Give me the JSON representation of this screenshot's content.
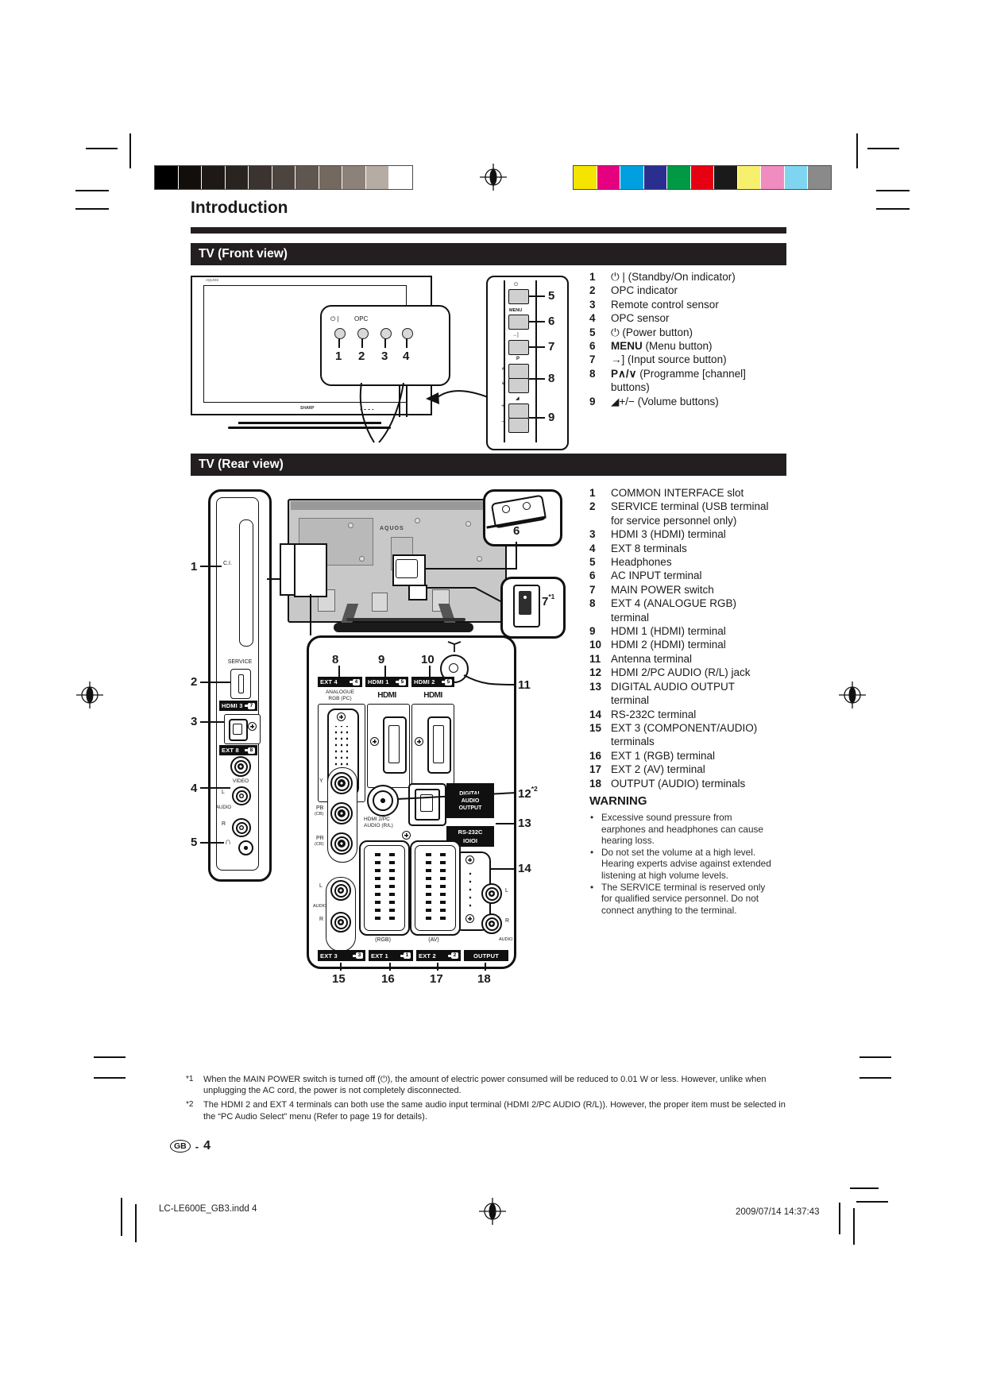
{
  "nums": {
    "1": "1",
    "2": "2",
    "3": "3",
    "4": "4",
    "5": "5",
    "6": "6",
    "7": "7",
    "8": "8",
    "9": "9",
    "10": "10",
    "11": "11",
    "12": "12",
    "13": "13",
    "14": "14",
    "15": "15",
    "16": "16",
    "17": "17",
    "18": "18"
  },
  "page": {
    "heading": "Introduction",
    "bullet": "•",
    "footer_left": "LC-LE600E_GB3.indd   4",
    "footer_right": "2009/07/14   14:37:43",
    "badge_gb": "GB",
    "badge_dash": "-",
    "badge_num": "4"
  },
  "front": {
    "header": "TV (Front view)",
    "items": [
      {
        "num": "1",
        "rest": "⏻ | (Standby/On indicator)"
      },
      {
        "num": "2",
        "rest": "OPC indicator"
      },
      {
        "num": "3",
        "rest": "Remote control sensor"
      },
      {
        "num": "4",
        "rest": "OPC sensor"
      },
      {
        "num": "5",
        "rest": "⏻ (Power button)"
      },
      {
        "num": "6",
        "strong": "MENU",
        "rest": " (Menu button)"
      },
      {
        "num": "7",
        "rest": "→] (Input source button)"
      },
      {
        "num": "8",
        "strong": "P∧/∨",
        "rest": " (Programme [channel] buttons)"
      },
      {
        "num": "9",
        "rest": "◢+/− (Volume buttons)"
      }
    ],
    "diagram": {
      "standby": "⏻ |",
      "opc": "OPC",
      "power": "⏻",
      "menu": "MENU",
      "input": "→]",
      "p": "P",
      "up": "∧",
      "down": "∨",
      "plus": "+",
      "minus": "−",
      "vol": "◢",
      "brand": "AQUOS",
      "brand_bottom": "SHARP"
    }
  },
  "rear": {
    "header": "TV (Rear view)",
    "items": [
      {
        "num": "1",
        "rest": "COMMON INTERFACE slot"
      },
      {
        "num": "2",
        "rest": "SERVICE terminal (USB terminal for service personnel only)"
      },
      {
        "num": "3",
        "rest": "HDMI 3 (HDMI) terminal"
      },
      {
        "num": "4",
        "rest": "EXT 8 terminals"
      },
      {
        "num": "5",
        "rest": "Headphones"
      },
      {
        "num": "6",
        "rest": "AC INPUT terminal"
      },
      {
        "num": "7",
        "rest": "MAIN POWER switch"
      },
      {
        "num": "8",
        "rest": "EXT 4 (ANALOGUE RGB) terminal"
      },
      {
        "num": "9",
        "rest": "HDMI 1 (HDMI) terminal"
      },
      {
        "num": "10",
        "rest": "HDMI 2 (HDMI) terminal"
      },
      {
        "num": "11",
        "rest": "Antenna terminal"
      },
      {
        "num": "12",
        "rest": "HDMI 2/PC AUDIO (R/L) jack"
      },
      {
        "num": "13",
        "rest": "DIGITAL AUDIO OUTPUT terminal"
      },
      {
        "num": "14",
        "rest": "RS-232C terminal"
      },
      {
        "num": "15",
        "rest": "EXT 3 (COMPONENT/AUDIO) terminals"
      },
      {
        "num": "16",
        "rest": "EXT 1 (RGB) terminal"
      },
      {
        "num": "17",
        "rest": "EXT 2 (AV) terminal"
      },
      {
        "num": "18",
        "rest": "OUTPUT (AUDIO) terminals"
      }
    ],
    "warning": {
      "title": "WARNING",
      "bullets": [
        "Excessive sound pressure from earphones and headphones can cause hearing loss.",
        "Do not set the volume at a high level. Hearing experts advise against extended listening at high volume levels.",
        "The SERVICE terminal is reserved only for qualified service personnel. Do not connect anything to the terminal."
      ]
    },
    "d": {
      "ci": "C.I.",
      "service": "SERVICE",
      "hdmi3": "HDMI 3",
      "ext8": "EXT 8",
      "video": "VIDEO",
      "l": "L",
      "r": "R",
      "audio": "AUDIO",
      "phones": "∩",
      "ext4": "EXT 4",
      "hdmi1": "HDMI 1",
      "hdmi2": "HDMI 2",
      "analogue": "ANALOGUE",
      "rgbpc": "RGB (PC)",
      "hdmi_logo": "HDMI",
      "y": "Y",
      "pb": "PB",
      "cb": "(CB)",
      "pr": "PR",
      "cr": "(CR)",
      "mj1": "HDMI 2/PC",
      "mj2": "AUDIO (R/L)",
      "dao1": "DIGITAL",
      "dao2": "AUDIO",
      "dao3": "OUTPUT",
      "rs": "RS-232C",
      "ioioi": "IOIOI",
      "rgb": "(RGB)",
      "av": "(AV)",
      "ext3": "EXT 3",
      "ext1": "EXT 1",
      "ext2": "EXT 2",
      "output": "OUTPUT",
      "aquos": "AQUOS",
      "sup1": "*1",
      "sup2": "*2",
      "pg_ext4": "4",
      "pg_hdmi1": "5",
      "pg_hdmi2": "5",
      "pg_hdmi3": "7",
      "pg_ext8": "8",
      "pg_ext3": "3",
      "pg_ext1": "1",
      "pg_ext2": "2"
    }
  },
  "footnotes": [
    {
      "marker": "*1",
      "text": "When the MAIN POWER switch is turned off (⏻), the amount of electric power consumed will be reduced to 0.01 W or less. However, unlike when unplugging the AC cord, the power is not completely disconnected."
    },
    {
      "marker": "*2",
      "text": "The HDMI 2 and EXT 4 terminals can both use the same audio input terminal (HDMI 2/PC AUDIO (R/L)). However, the proper item must be selected in the “PC Audio Select” menu (Refer to page 19 for details)."
    }
  ],
  "colorbars": {
    "grays": [
      "#000000",
      "#120e0c",
      "#1e1916",
      "#2a2421",
      "#3a3330",
      "#4c443f",
      "#5f564f",
      "#73695f",
      "#8c827a",
      "#b5aca4",
      "#ffffff"
    ],
    "colors": [
      "#f5e400",
      "#e4007f",
      "#00a0e0",
      "#2a2f8f",
      "#009944",
      "#e60012",
      "#1a1a1a",
      "#f7f06d",
      "#f08cc0",
      "#7fd5f0",
      "#8a8a8a"
    ]
  }
}
